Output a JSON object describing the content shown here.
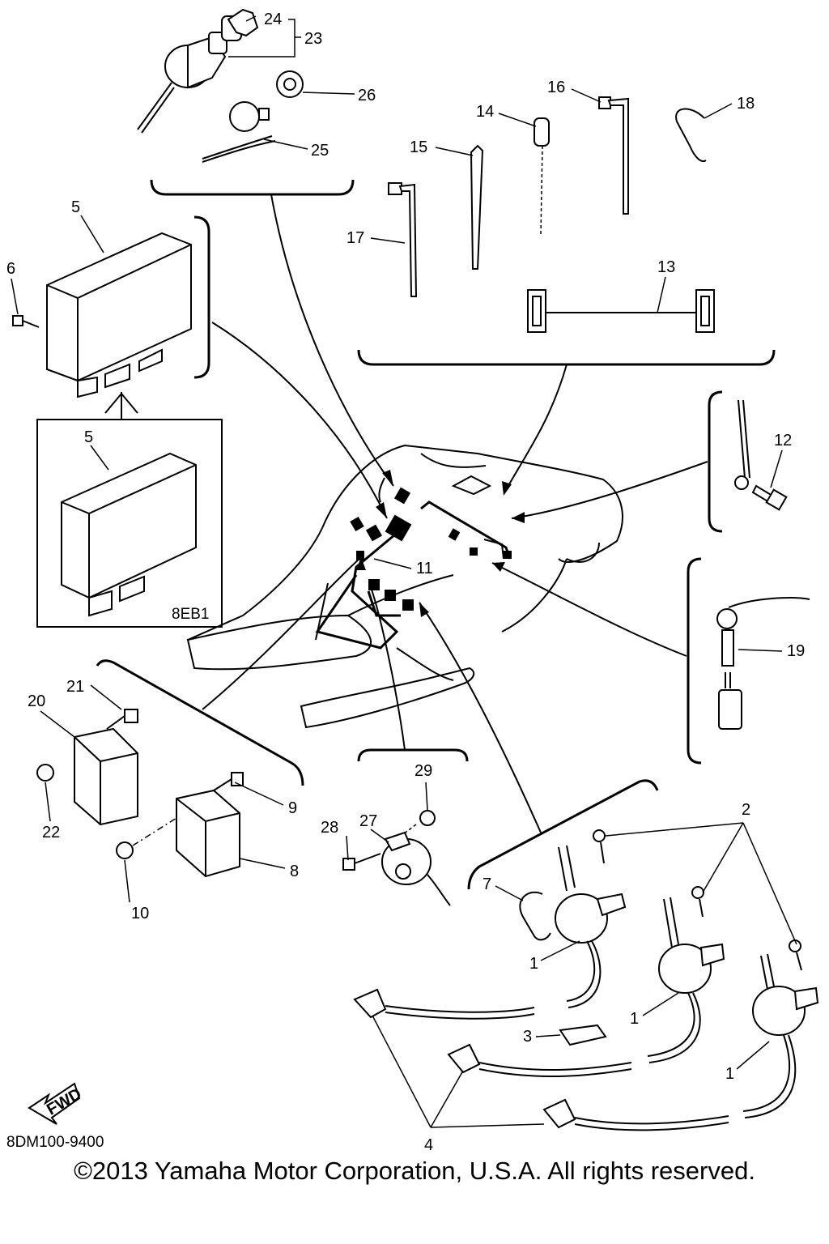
{
  "diagram": {
    "drawing_code": "8DM100-9400",
    "variant_box_label": "8EB1",
    "fwd_label": "FWD",
    "callouts": {
      "c1a": "1",
      "c1b": "1",
      "c1c": "1",
      "c2": "2",
      "c3": "3",
      "c4": "4",
      "c5a": "5",
      "c5b": "5",
      "c6": "6",
      "c7": "7",
      "c8": "8",
      "c9": "9",
      "c10": "10",
      "c11": "11",
      "c12": "12",
      "c13": "13",
      "c14": "14",
      "c15": "15",
      "c16": "16",
      "c17": "17",
      "c18": "18",
      "c19": "19",
      "c20": "20",
      "c21": "21",
      "c22": "22",
      "c23": "23",
      "c24": "24",
      "c25": "25",
      "c26": "26",
      "c27": "27",
      "c28": "28",
      "c29": "29"
    }
  },
  "footer": {
    "copyright": "©2013 Yamaha Motor Corporation, U.S.A. All rights reserved."
  }
}
